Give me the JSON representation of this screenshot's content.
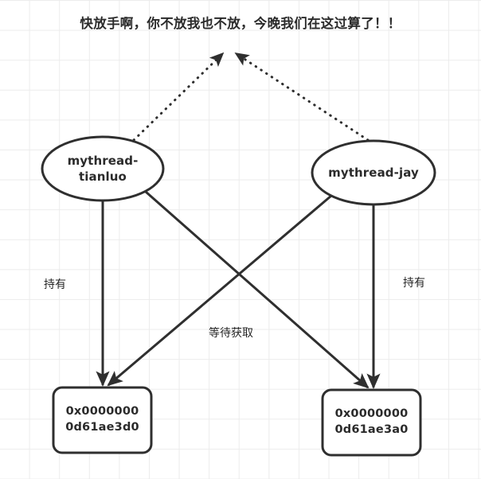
{
  "title": "快放手啊，你不放我也不放，今晚我们在这过算了！！",
  "colors": {
    "stroke": "#2f2f2f",
    "text": "#2b2b2b",
    "grid": "#ececec",
    "background": "#ffffff"
  },
  "nodes": {
    "threads": [
      {
        "id": "thread-tianluo",
        "label": "mythread-\ntianluo",
        "shape": "ellipse"
      },
      {
        "id": "thread-jay",
        "label": "mythread-jay",
        "shape": "ellipse"
      }
    ],
    "locks": [
      {
        "id": "lock-d61ae3d0",
        "label": "0x0000000\n0d61ae3d0",
        "shape": "rounded-rect"
      },
      {
        "id": "lock-d61ae3a0",
        "label": "0x0000000\n0d61ae3a0",
        "shape": "rounded-rect"
      }
    ]
  },
  "edges": {
    "hold_left_label": "持有",
    "hold_right_label": "持有",
    "wait_label": "等待获取"
  }
}
